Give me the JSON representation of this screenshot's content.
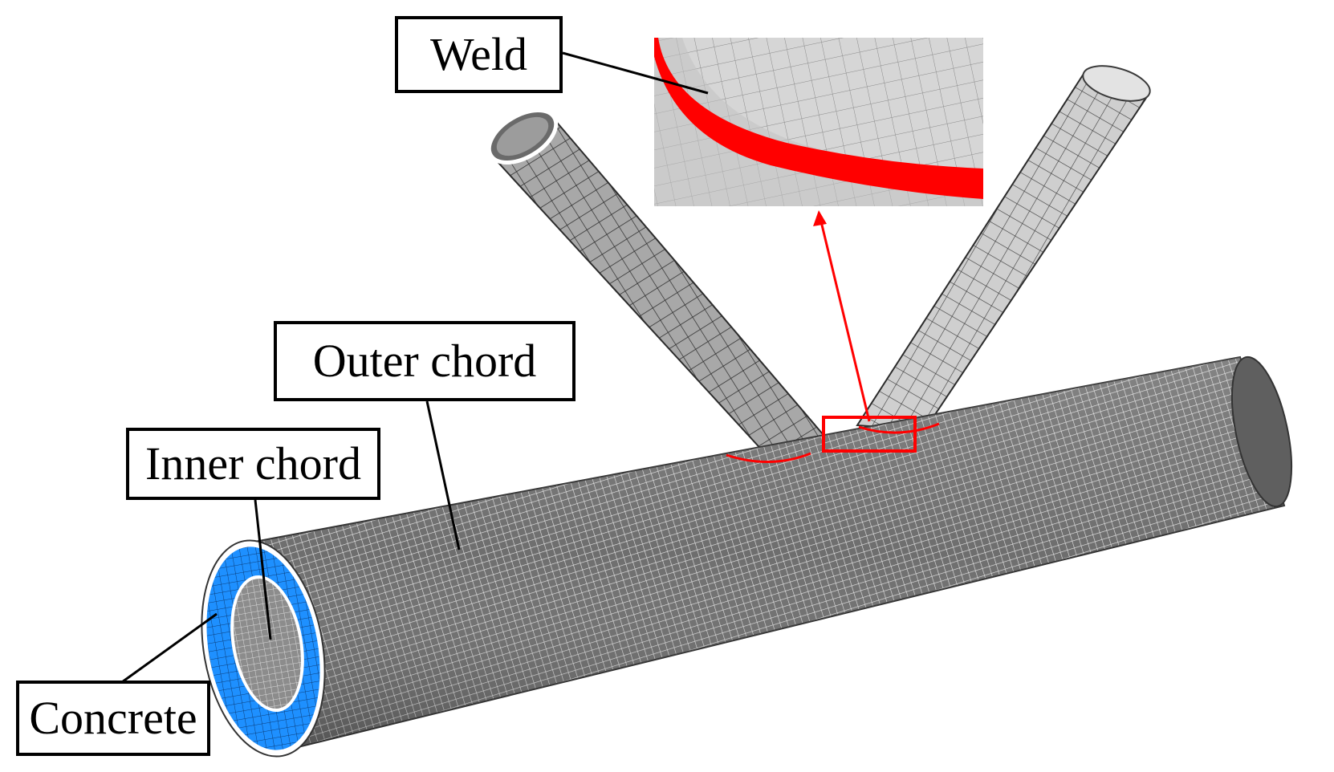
{
  "labels": {
    "weld": "Weld",
    "outer_chord": "Outer chord",
    "inner_chord": "Inner chord",
    "concrete": "Concrete"
  },
  "colors": {
    "weld": "#ff0000",
    "concrete": "#1e90ff",
    "mesh_dark": "#4a4a4a",
    "mesh_light": "#d9d9d9",
    "highlight": "#ff0000"
  }
}
